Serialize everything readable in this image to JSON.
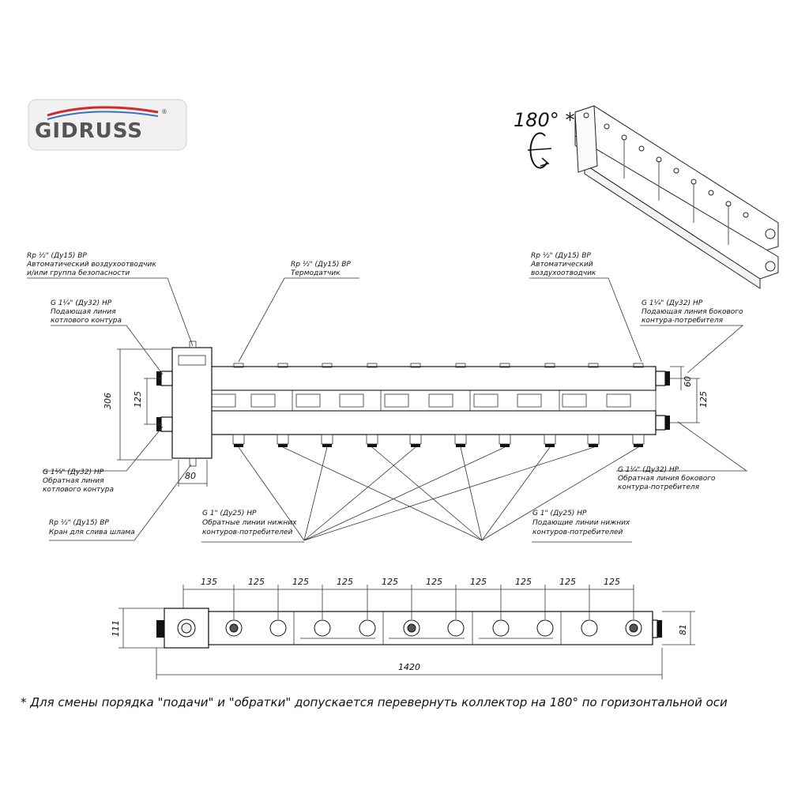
{
  "logo": {
    "text": "GIDRUSS",
    "registered": "®"
  },
  "rotation": {
    "label": "180° *"
  },
  "labels": {
    "air_vent_left_1": "Rp ½\" (Ду15) ВР",
    "air_vent_left_2": "Автоматический воздухоотводчик",
    "air_vent_left_3": "и/или группа безопасности",
    "sensor_1": "Rp ½\" (Ду15) ВР",
    "sensor_2": "Термодатчик",
    "air_vent_right_1": "Rp ½\" (Ду15) ВР",
    "air_vent_right_2": "Автоматический",
    "air_vent_right_3": "воздухоотводчик",
    "boiler_supply_1": "G 1¼\" (Ду32) НР",
    "boiler_supply_2": "Подающая линия",
    "boiler_supply_3": "котлового контура",
    "side_supply_1": "G 1¼\" (Ду32) НР",
    "side_supply_2": "Подающая линия бокового",
    "side_supply_3": "контура-потребителя",
    "boiler_return_1": "G 1¼\" (Ду32) НР",
    "boiler_return_2": "Обратная линия",
    "boiler_return_3": "котлового контура",
    "drain_1": "Rp ½\" (Ду15) ВР",
    "drain_2": "Кран для слива шлама",
    "side_return_1": "G 1¼\" (Ду32) НР",
    "side_return_2": "Обратная линия бокового",
    "side_return_3": "контура-потребителя",
    "lower_return_1": "G 1\" (Ду25) НР",
    "lower_return_2": "Обратные линии нижних",
    "lower_return_3": "контуров-потребителей",
    "lower_supply_1": "G 1\" (Ду25) НР",
    "lower_supply_2": "Подающие линии нижних",
    "lower_supply_3": "контуров-потребителей"
  },
  "dimensions": {
    "d306": "306",
    "d125_left": "125",
    "d80": "80",
    "d125_right": "125",
    "d60": "60",
    "d111": "111",
    "d81": "81",
    "d1420": "1420",
    "pitch": [
      "135",
      "125",
      "125",
      "125",
      "125",
      "125",
      "125",
      "125",
      "125",
      "125"
    ]
  },
  "footnote": "* Для смены порядка \"подачи\" и \"обратки\" допускается перевернуть коллектор на 180° по горизонтальной оси"
}
